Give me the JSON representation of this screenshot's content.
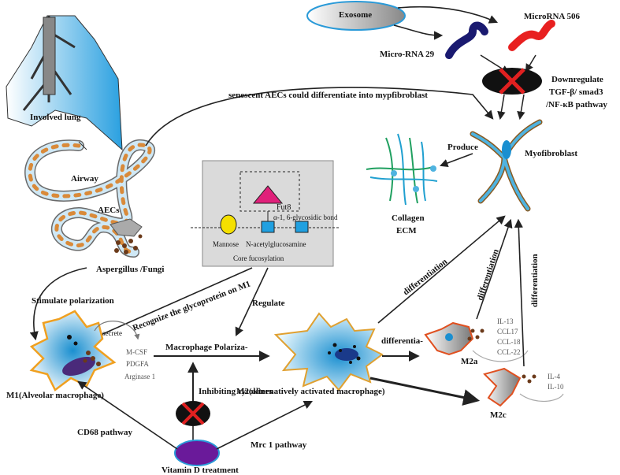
{
  "labels": {
    "exosome": "Exosome",
    "microrna_506": "MicroRNA 506",
    "microrna_29": "Micro-RNA 29",
    "downregulate": "Downregulate",
    "pathway_line1": "TGF-β/ smad3",
    "pathway_line2": "/NF-κB  pathway",
    "myofibroblast": "Myofibroblast",
    "produce": "Produce",
    "collagen": "Collagen",
    "ecm": "ECM",
    "involved_lung": "Involved lung",
    "airway": "Airway",
    "aecs": "AECs",
    "aspergillus": "Aspergillus /Fungi",
    "senescent": "senescent AECs could differentiate into mypfibroblast",
    "fut8": "Fut8",
    "glyco_bond": "α-1, 6-glycosidic bond",
    "mannose": "Mannose",
    "nacetyl": "N-acetylglucosamine",
    "core_fuc": "Core fucosylation",
    "stimulate": "Stimulate polarization",
    "recognize": "Recognize the glycoprotein on M1",
    "regulate": "Regulate",
    "secrete": "secrete",
    "mcsf": "M-CSF",
    "pdgfa": "PDGFA",
    "arginase": "Arginase 1",
    "macro_pol": "Macrophage Polariza-",
    "m1": "M1(Alveolar macrophage)",
    "m2": "M2(alternatively activated macrophage)",
    "differentia": "differentia-",
    "differentiation": "differentiation",
    "m2a": "M2a",
    "m2c": "M2c",
    "il13": "IL-13",
    "ccl17": "CCL17",
    "ccl18": "CCL-18",
    "ccl22": "CCL-22",
    "il4": "IL-4",
    "il10": "IL-10",
    "inhibiting": "Inhibiting cytokines",
    "cd68": "CD68 pathway",
    "mrc1": "Mrc 1 pathway",
    "vitd": "Vitamin D treatment"
  },
  "colors": {
    "cell_blue": "#4fb3e0",
    "cell_light": "#d6eef8",
    "m1_orange": "#f0a020",
    "m1_purple": "#4a2a7a",
    "m2_blue": "#7fd0f0",
    "m2_outline": "#e0a030",
    "mirna_red": "#e82020",
    "mirna_navy": "#1a1a70",
    "block_red": "#e02020",
    "fut8_pink": "#e0207a",
    "mannose_yellow": "#f5e000",
    "glcnac_blue": "#20a0e0",
    "vitd_purple": "#6a1a9a",
    "collagen_green": "#20a060"
  }
}
